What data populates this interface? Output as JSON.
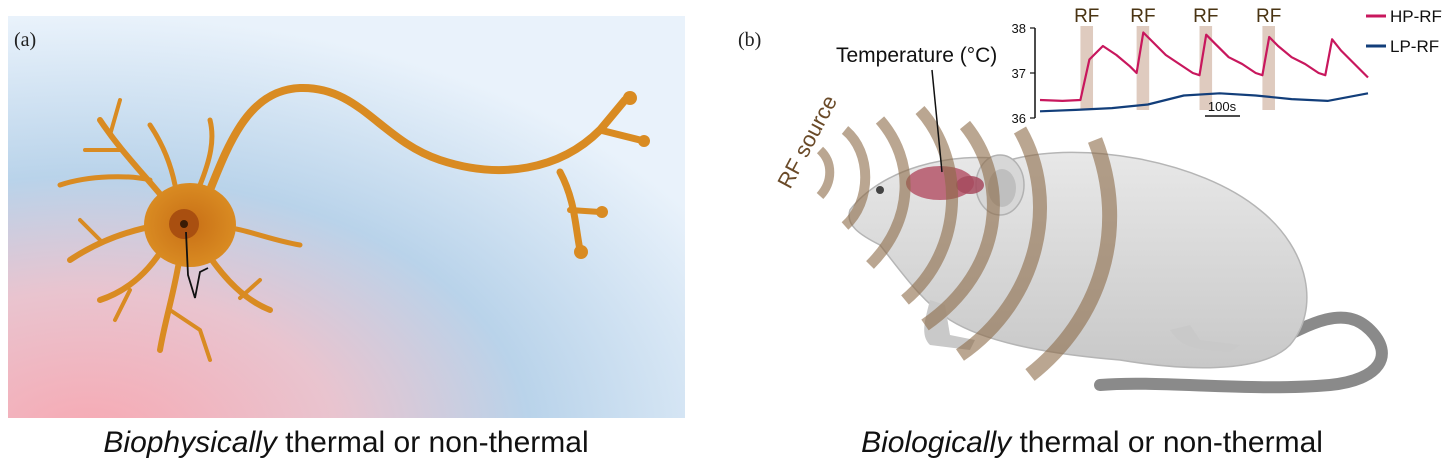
{
  "panel_a": {
    "letter": "(a)",
    "caption_italic": "Biophysically",
    "caption_rest": " thermal or non-thermal"
  },
  "panel_b": {
    "letter": "(b)",
    "caption_italic": "Biologically",
    "caption_rest": " thermal or non-thermal",
    "temperature_label": "Temperature (°C)",
    "rf_source_label": "RF source"
  },
  "chart_data": {
    "type": "line",
    "title": "",
    "xlabel": "",
    "ylabel": "Temperature (°C)",
    "ylim": [
      36,
      38
    ],
    "yticks": [
      36,
      37,
      38
    ],
    "scale_bar_label": "100s",
    "rf_windows_label": "RF",
    "rf_window_count": 4,
    "legend_position": "top-right",
    "series": [
      {
        "name": "HP-RF",
        "color": "#c8175d",
        "x": [
          0,
          50,
          90,
          110,
          140,
          170,
          200,
          215,
          230,
          250,
          280,
          310,
          340,
          355,
          370,
          390,
          420,
          450,
          480,
          495,
          510,
          530,
          560,
          590,
          620,
          635,
          650,
          670,
          700,
          730
        ],
        "values": [
          36.4,
          36.38,
          36.4,
          37.3,
          37.6,
          37.4,
          37.15,
          37.0,
          37.9,
          37.7,
          37.4,
          37.2,
          37.0,
          36.95,
          37.85,
          37.65,
          37.35,
          37.2,
          37.0,
          36.95,
          37.8,
          37.6,
          37.35,
          37.2,
          37.0,
          36.95,
          37.75,
          37.5,
          37.2,
          36.9
        ]
      },
      {
        "name": "LP-RF",
        "color": "#123e7a",
        "x": [
          0,
          80,
          160,
          240,
          320,
          400,
          480,
          560,
          640,
          730
        ],
        "values": [
          36.15,
          36.18,
          36.22,
          36.3,
          36.5,
          36.55,
          36.5,
          36.42,
          36.38,
          36.55
        ]
      }
    ]
  }
}
